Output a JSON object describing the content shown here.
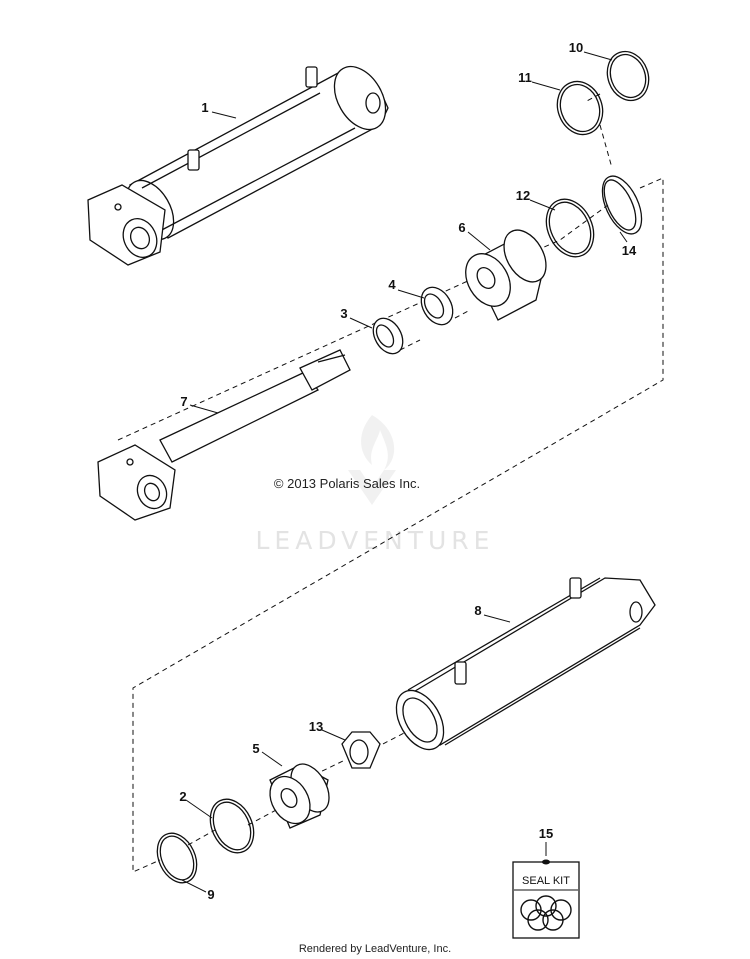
{
  "copyright": "© 2013 Polaris Sales Inc.",
  "watermark": "LEADVENTURE",
  "footer": "Rendered by LeadVenture, Inc.",
  "seal_kit_label": "SEAL KIT",
  "callouts": {
    "p1": "1",
    "p2": "2",
    "p3": "3",
    "p4": "4",
    "p5": "5",
    "p6": "6",
    "p7": "7",
    "p8": "8",
    "p9": "9",
    "p10": "10",
    "p11": "11",
    "p12": "12",
    "p13": "13",
    "p14": "14",
    "p15": "15"
  }
}
